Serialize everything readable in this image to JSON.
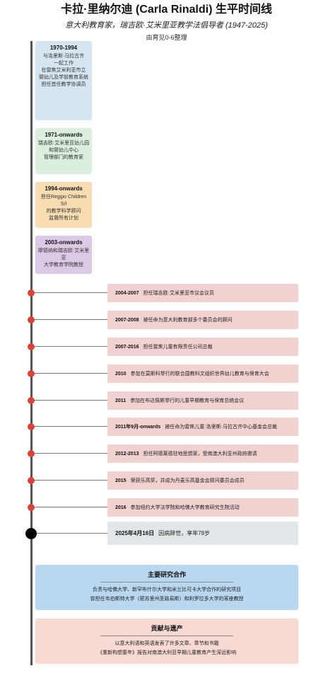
{
  "header": {
    "title": "卡拉·里纳尔迪 (Carla Rinaldi) 生平时间线",
    "subtitle": "意大利教育家，瑞吉欧·艾米里亚教学法倡导者 (1947-2025)",
    "note": "由育见0-6整理"
  },
  "early_periods": [
    {
      "year": "1970-1994",
      "desc": "与洛里斯·马拉古齐\n一起工作\n在雷焦艾米利亚市立\n婴幼儿及学前教育系统\n担任首任教学协调员",
      "color": "#d6e5f0"
    },
    {
      "year": "1971-onwards",
      "desc": "瑞吉欧·艾米里亚幼儿园\n和婴幼儿中心\n管理部门的教育家",
      "color": "#dcefde"
    },
    {
      "year": "1994-onwards",
      "desc": "担任Reggio Children Srl\n的教学科学顾问\n监督所有计划",
      "color": "#f8dcb2"
    },
    {
      "year": "2003-onwards",
      "desc": "摩德纳和瑞吉欧·艾米里亚\n大学教育学院教授",
      "color": "#dcc9e6"
    }
  ],
  "events": [
    {
      "date": "2004-2007",
      "text": "担任瑞吉欧·艾米里亚市议会议员"
    },
    {
      "date": "2007-2008",
      "text": "被任命为意大利教育部多个委员会的顾问"
    },
    {
      "date": "2007-2016",
      "text": "担任雷焦儿童有限责任公司总裁"
    },
    {
      "date": "2010",
      "text": "参加在莫斯科举行的联合国教科文组织世界幼儿教育与保育大会"
    },
    {
      "date": "2011",
      "text": "参加在布达佩斯举行的儿童早期教育与保育总统会议"
    },
    {
      "date": "2011年9月-onwards",
      "text": "被任命为雷焦儿童·洛里斯·马拉古齐中心基金会总裁"
    },
    {
      "date": "2012-2013",
      "text": "担任阿德莱德驻地思想家，受南澳大利亚州政府邀请"
    },
    {
      "date": "2015",
      "text": "荣获乐高奖，并成为丹麦乐高基金会顾问委员会成员"
    },
    {
      "date": "2016",
      "text": "参加纽约大学法学院和哈佛大学教育研究生院活动"
    }
  ],
  "final_event": {
    "date": "2025年4月16日",
    "text": "因病辞世，享年78岁"
  },
  "sections": [
    {
      "title": "主要研究合作",
      "lines": [
        "负责与哈佛大学、新罕布什尔大学和米兰比可卡大学合作的研究项目",
        "曾担任韦伯斯特大学（密苏里州圣路易斯）和利罗拉多大学的客座教授"
      ],
      "color": "#b9d8ef"
    },
    {
      "title": "贡献与遗产",
      "lines": [
        "以意大利语和英语发表了许多文章、章节和书籍",
        "《重新构想童年》报告对南澳大利亚早期儿童教育产生深远影响"
      ],
      "color": "#f8d9d4"
    }
  ]
}
